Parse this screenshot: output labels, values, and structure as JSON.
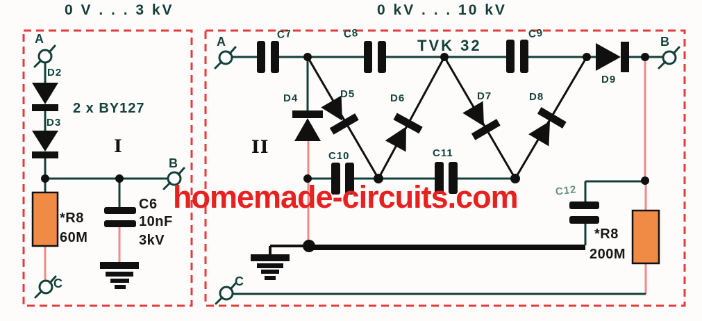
{
  "colors": {
    "border_red": "#e23b3b",
    "wire_teal": "#123f39",
    "wire_pink": "#ee8a8a",
    "component_black": "#101010",
    "resistor_orange": "#ef8b45",
    "watermark_red": "#e8201f"
  },
  "watermark": {
    "text": "homemade-circuits.com"
  },
  "circuit_1": {
    "title": "0 V . . . 3 kV",
    "section_label": "I",
    "diode_note": "2 x BY127",
    "terminals": {
      "a": "A",
      "b": "B",
      "c": "C"
    },
    "diodes": {
      "d2": "D2",
      "d3": "D3"
    },
    "capacitor_c6": {
      "name": "C6",
      "value": "10nF",
      "rating": "3kV"
    },
    "resistor_r8": {
      "name": "*R8",
      "value": "60M"
    }
  },
  "circuit_2": {
    "title": "0 kV . . . 10 kV",
    "section_label": "II",
    "subtitle": "TVK 32",
    "terminals": {
      "a": "A",
      "b": "B",
      "c": "C"
    },
    "capacitors": {
      "c7": "C7",
      "c8": "C8",
      "c9": "C9",
      "c10": "C10",
      "c11": "C11",
      "c12": "C12"
    },
    "diodes": {
      "d4": "D4",
      "d5": "D5",
      "d6": "D6",
      "d7": "D7",
      "d8": "D8",
      "d9": "D9"
    },
    "resistor_r8": {
      "name": "*R8",
      "value": "200M"
    }
  }
}
